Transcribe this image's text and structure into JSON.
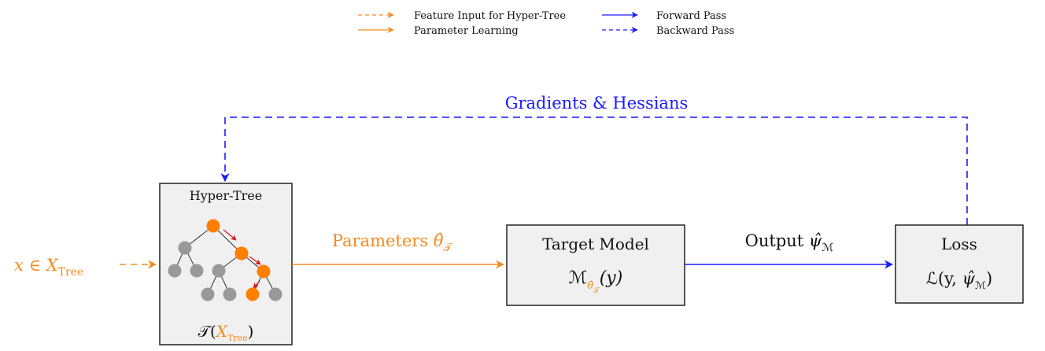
{
  "legend": {
    "items": [
      {
        "label": "Feature Input for Hyper-Tree",
        "color": "#f28b1f",
        "style": "dashed"
      },
      {
        "label": "Parameter Learning",
        "color": "#f28b1f",
        "style": "solid"
      },
      {
        "label": "Forward Pass",
        "color": "#1a1aff",
        "style": "solid"
      },
      {
        "label": "Backward Pass",
        "color": "#1a1aff",
        "style": "dashed"
      }
    ]
  },
  "gradients_label": "Gradients & Hessians",
  "input": {
    "prefix": "x ∈ X",
    "sub": "Tree"
  },
  "hyper_tree": {
    "title": "Hyper-Tree",
    "formula_prefix": "𝒯(",
    "formula_x": "X",
    "formula_sub": "Tree",
    "formula_suffix": ")"
  },
  "parameters": {
    "label": "Parameters ",
    "symbol": "θ̂",
    "sub": "𝒯"
  },
  "target_model": {
    "title": "Target Model",
    "formula_main": "ℳ",
    "formula_sub_symbol": "θ̂",
    "formula_subsub": "𝒯",
    "formula_arg": "(y)"
  },
  "output": {
    "label": "Output ",
    "symbol": "ψ̂",
    "sub": "ℳ"
  },
  "loss": {
    "title": "Loss",
    "formula_prefix": "ℒ(y, ",
    "formula_symbol": "ψ̂",
    "formula_sub": "ℳ",
    "formula_suffix": ")"
  },
  "colors": {
    "orange": "#f28b1f",
    "blue": "#1a1aff",
    "box_fill": "#f0f0f0",
    "node_gray": "#999999",
    "node_orange": "#ff7f00",
    "red": "#dd1111"
  }
}
